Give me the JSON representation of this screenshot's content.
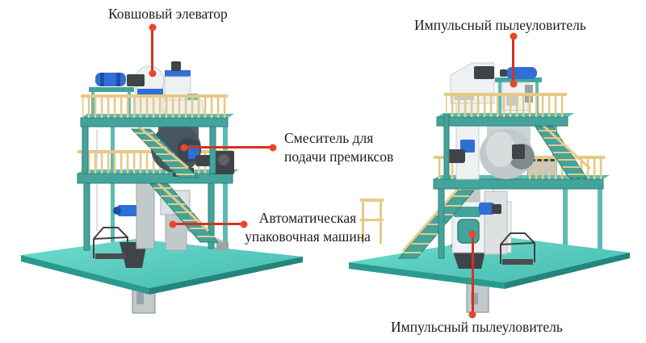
{
  "callouts": {
    "bucket_elevator": {
      "label": "Ковшовый элеватор"
    },
    "dust_collector_top": {
      "label": "Импульсный пылеуловитель"
    },
    "premix_mixer": {
      "line1": "Смеситель для",
      "line2": "подачи премиксов"
    },
    "packing_machine": {
      "line1": "Автоматическая",
      "line2": "упаковочная машина"
    },
    "dust_collector_bottom": {
      "label": "Импульсный пылеуловитель"
    }
  },
  "colors": {
    "background": "#ffffff",
    "label_text": "#1e1e1e",
    "callout_line": "#d23420",
    "callout_dot": "#e8462a",
    "frame": "#43a49c",
    "frame_dark": "#2e8279",
    "frame_light": "#5cbcb2",
    "floor_top": "#58ccbf",
    "floor_side": "#2a9a8e",
    "railing": "#e6c985",
    "equipment_white": "#eef1f1",
    "equipment_gray": "#c2c9ca",
    "accent_blue": "#2f6fd6",
    "dark_metal": "#3f4448",
    "mixer_dark": "#46565e"
  }
}
